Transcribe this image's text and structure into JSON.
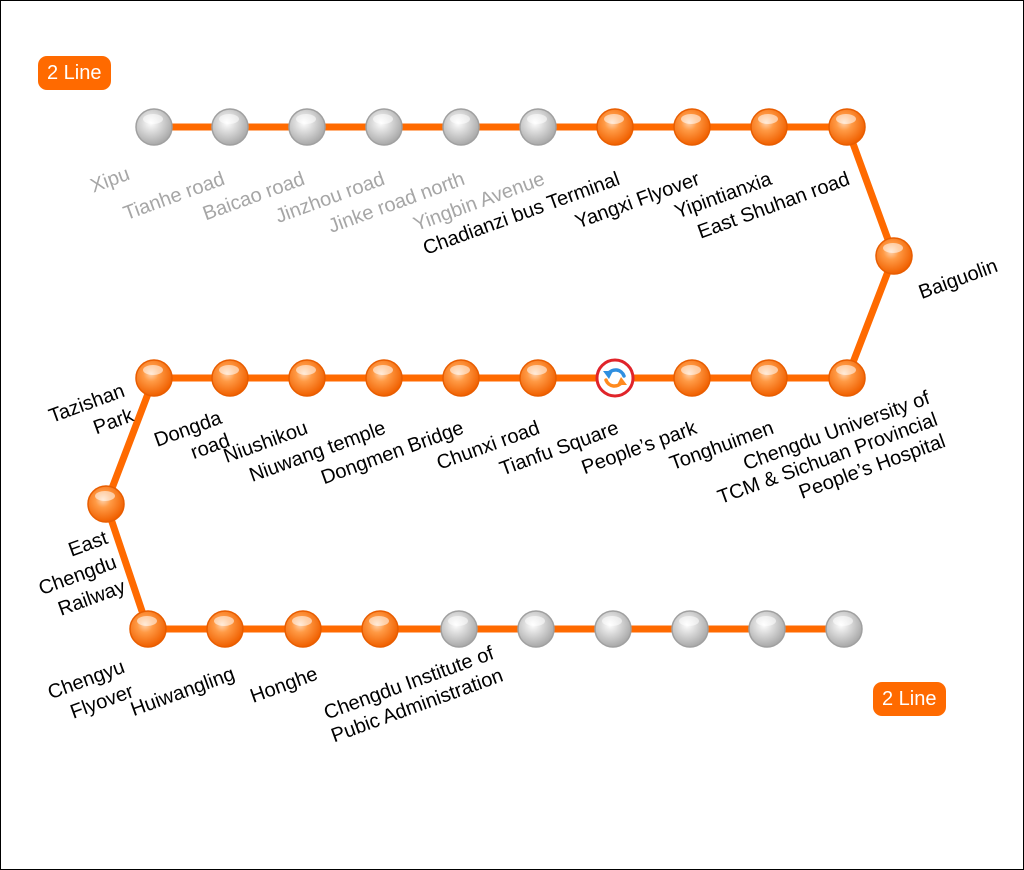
{
  "line_badge": {
    "top": "2 Line",
    "bottom": "2 Line"
  },
  "colors": {
    "line": "#ff6a00",
    "station_active": "#ff7a1a",
    "station_inactive": "#c9c9c9",
    "label_active": "#000000",
    "label_inactive": "#a6a6a6",
    "interchange_ring": "#e0242a",
    "interchange_arrow_blue": "#2f8fe0",
    "interchange_arrow_orange": "#ff8a1e"
  },
  "stations": [
    {
      "id": "xipu",
      "label": [
        "Xipu"
      ],
      "status": "planned"
    },
    {
      "id": "tianhe",
      "label": [
        "Tianhe road"
      ],
      "status": "planned"
    },
    {
      "id": "baicao",
      "label": [
        "Baicao road"
      ],
      "status": "planned"
    },
    {
      "id": "jinzhou",
      "label": [
        "Jinzhou road"
      ],
      "status": "planned"
    },
    {
      "id": "jinke",
      "label": [
        "Jinke road north"
      ],
      "status": "planned"
    },
    {
      "id": "yingbin",
      "label": [
        "Yingbin Avenue"
      ],
      "status": "planned"
    },
    {
      "id": "chadianzi",
      "label": [
        "Chadianzi bus Terminal"
      ],
      "status": "open"
    },
    {
      "id": "yangxi",
      "label": [
        "Yangxi Flyover"
      ],
      "status": "open"
    },
    {
      "id": "yipintianxia",
      "label": [
        "Yipintianxia"
      ],
      "status": "open"
    },
    {
      "id": "east-shuhan",
      "label": [
        "East Shuhan road"
      ],
      "status": "open"
    },
    {
      "id": "baiguolin",
      "label": [
        "Baiguolin"
      ],
      "status": "open"
    },
    {
      "id": "chengdu-university-tcm",
      "label": [
        "Chengdu University of",
        "TCM & Sichuan Provincial",
        "People’s Hospital"
      ],
      "status": "open"
    },
    {
      "id": "tonghuimen",
      "label": [
        "Tonghuimen"
      ],
      "status": "open"
    },
    {
      "id": "peoples-park",
      "label": [
        "People’s park"
      ],
      "status": "open"
    },
    {
      "id": "tianfu-square",
      "label": [
        "Tianfu Square"
      ],
      "status": "interchange"
    },
    {
      "id": "chunxi",
      "label": [
        "Chunxi road"
      ],
      "status": "open"
    },
    {
      "id": "dongmen-bridge",
      "label": [
        "Dongmen Bridge"
      ],
      "status": "open"
    },
    {
      "id": "niuwang-temple",
      "label": [
        "Niuwang temple"
      ],
      "status": "open"
    },
    {
      "id": "niushikou",
      "label": [
        "Niushikou"
      ],
      "status": "open"
    },
    {
      "id": "dongda",
      "label": [
        "Dongda",
        "road"
      ],
      "status": "open"
    },
    {
      "id": "tazishan",
      "label": [
        "Tazishan",
        "Park"
      ],
      "status": "open"
    },
    {
      "id": "east-chengdu-railway",
      "label": [
        "East",
        "Chengdu",
        "Railway"
      ],
      "status": "open"
    },
    {
      "id": "chengyu-flyover",
      "label": [
        "Chengyu",
        "Flyover"
      ],
      "status": "open"
    },
    {
      "id": "huiwangling",
      "label": [
        "Huiwangling"
      ],
      "status": "open"
    },
    {
      "id": "honghe",
      "label": [
        "Honghe"
      ],
      "status": "open"
    },
    {
      "id": "chengdu-institute",
      "label": [
        "Chengdu Institute of",
        "Pubic Administration"
      ],
      "status": "open"
    },
    {
      "id": "unnamed-1",
      "label": [],
      "status": "planned"
    },
    {
      "id": "unnamed-2",
      "label": [],
      "status": "planned"
    },
    {
      "id": "unnamed-3",
      "label": [],
      "status": "planned"
    },
    {
      "id": "unnamed-4",
      "label": [],
      "status": "planned"
    },
    {
      "id": "unnamed-5",
      "label": [],
      "status": "planned"
    },
    {
      "id": "unnamed-6",
      "label": [],
      "status": "planned"
    }
  ]
}
